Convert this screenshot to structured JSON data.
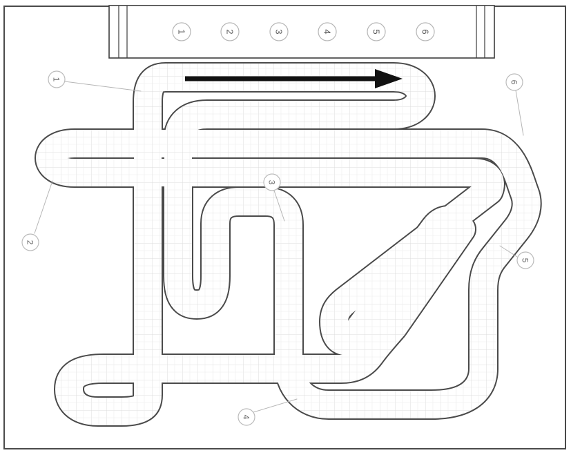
{
  "figure": {
    "type": "race-track-layout-diagram",
    "description": "Rotated CAD-style karting track plan with numbered corner callouts and start bridge"
  },
  "band": {
    "slots": [
      "1",
      "2",
      "3",
      "4",
      "5",
      "6"
    ]
  },
  "callouts": {
    "items": [
      "1",
      "2",
      "3",
      "4",
      "5",
      "6"
    ]
  },
  "arrow": {
    "direction": "right",
    "meaning": "direction of travel"
  },
  "colors": {
    "track_edge": "#4a4a4a",
    "track_surface": "#ffffff",
    "grid_texture": "#dcdcdc",
    "callout_line": "#b5b5b5",
    "border": "#4a4a4a",
    "arrow": "#111111"
  }
}
